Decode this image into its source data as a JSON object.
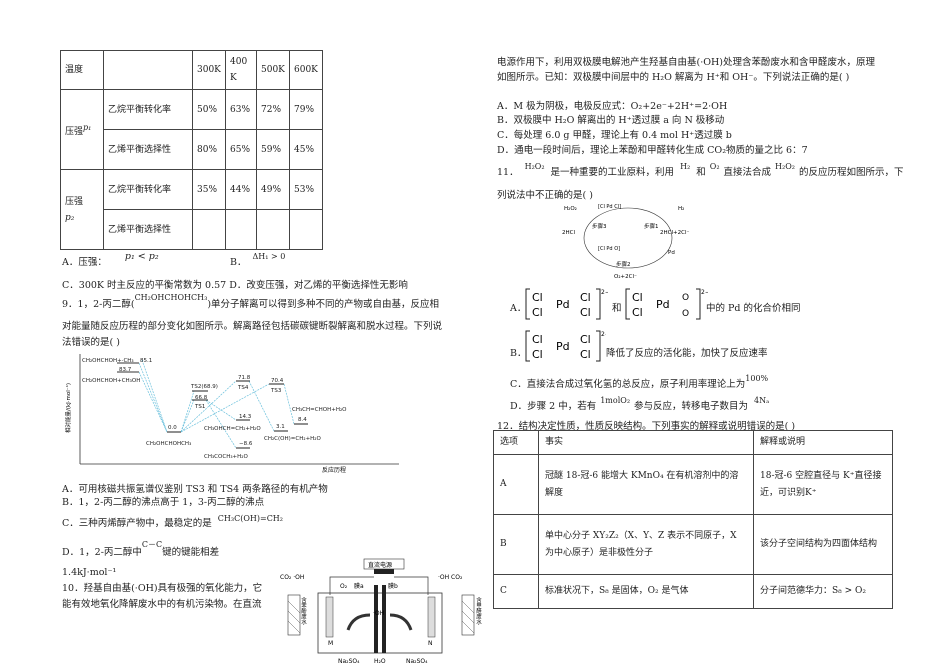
{
  "table1": {
    "header": [
      "温度",
      "",
      "300K",
      "400K",
      "500K",
      "600K"
    ],
    "p1_label": "压强",
    "p1_symbol": "p₁",
    "p2_label": "压强",
    "p2_symbol": "p₂",
    "rows": [
      {
        "item": "乙烷平衡转化率",
        "values": [
          "50%",
          "63%",
          "72%",
          "79%"
        ]
      },
      {
        "item": "乙烯平衡选择性",
        "values": [
          "80%",
          "65%",
          "59%",
          "45%"
        ]
      },
      {
        "item": "乙烷平衡转化率",
        "values": [
          "35%",
          "44%",
          "49%",
          "53%"
        ]
      },
      {
        "item": "乙烯平衡选择性",
        "values": [
          "",
          "",
          "",
          ""
        ]
      }
    ]
  },
  "left": {
    "q8_A": "A．压强：",
    "q8_A_formula": "p₁ < p₂",
    "q8_B": "B．",
    "q8_B_formula": "ΔH₁ > 0",
    "q8_CD": "C．300K 时主反应的平衡常数为 0.57  D．改变压强，对乙烯的平衡选择性无影响",
    "q9_stem1a": "9．1，2-丙二醇(",
    "q9_formula": "CH₂OHCHOHCH₃",
    "q9_stem1b": ")单分子解离可以得到多种不同的产物或自由基，反应相",
    "q9_stem2": "对能量随反应历程的部分变化如图所示。解离路径包括碳碳键断裂解离和脱水过程。下列说",
    "q9_stem3": "法错误的是(    )",
    "chart_ylabel": "相对能量/(kJ·mol⁻¹)",
    "chart_xlabel": "反应历程",
    "chart_labels": {
      "l1": "CH₂OHCHOH+·CH₃",
      "l1v": "83.7",
      "l2": "CH₂OHCHOH+CH₃OH",
      "l3v": "85.1",
      "ts2": "TS2(68.9)",
      "ts2v": "66.8",
      "ts1": "TS1",
      "ts4v": "71.8",
      "ts4": "TS4",
      "ts3v": "70.4",
      "ts3": "TS3",
      "p1v": "14.3",
      "p1": "CH₃OHCH=CH₂+H₂O",
      "p2v": "−8.6",
      "p2": "CH₃COCH₃+H₂O",
      "p3v": "3.1",
      "p3": "CH₂C(OH)=CH₂+H₂O",
      "p4v": "8.4",
      "p4": "CH₃CH=CHOH+H₂O",
      "start_v": "0.0",
      "start": "CH₂OHCHOHCH₃"
    },
    "q9_A": "A．可用核磁共振氢谱仪鉴别 TS3 和 TS4 两条路径的有机产物",
    "q9_B": "B．1，2-丙二醇的沸点高于 1，3-丙二醇的沸点",
    "q9_C": "C．三种丙烯醇产物中，最稳定的是",
    "q9_C_formula": "CH₃C(OH)=CH₂",
    "q9_D1": "D．1，2-丙二醇中",
    "q9_D_formula": "C－C",
    "q9_D2": "键的键能相差",
    "q9_D3": "1.4kJ·mol⁻¹",
    "q10_1": "10．羟基自由基(·OH)具有极强的氧化能力，它",
    "q10_2": "能有效地氧化降解废水中的有机污染物。在直流"
  },
  "cell": {
    "power": "直流电源",
    "left_gas": "CO₂ ·OH",
    "right_gas": "·OH CO₂",
    "o2": "O₂",
    "membrane_a": "膜a",
    "membrane_b": "膜b",
    "electrode_m": "M",
    "electrode_n": "N",
    "oh_mid": "·OH",
    "left_waste": "含苯酚废水",
    "right_waste": "含甲醛废水",
    "na2so4_l": "Na₂SO₄",
    "h2o": "H₂O",
    "na2so4_r": "Na₂SO₄"
  },
  "right": {
    "q10_cont1": "电源作用下，利用双极膜电解池产生羟基自由基(·OH)处理含苯酚废水和含甲醛废水，原理",
    "q10_cont2": "如图所示。已知：双极膜中间层中的 H₂O 解离为 H⁺和 OH⁻。下列说法正确的是(    )",
    "q10_A": "A．M 极为阴极，电极反应式：O₂+2e⁻+2H⁺=2·OH",
    "q10_B": "B．双极膜中 H₂O 解离出的 H⁺透过膜 a 向 N 极移动",
    "q10_C": "C．每处理 6.0 g 甲醛，理论上有 0.4 mol H⁺透过膜 b",
    "q10_D": "D．通电一段时间后，理论上苯酚和甲醛转化生成 CO₂物质的量之比 6：7",
    "q11_1": "11．",
    "q11_h2o2": "H₂O₂",
    "q11_2": "是一种重要的工业原料，利用",
    "q11_h2": "H₂",
    "q11_and": "和",
    "q11_o2": "O₂",
    "q11_3": "直接法合成",
    "q11_h2o2b": "H₂O₂",
    "q11_4": "的反应历程如图所示，下",
    "q11_5": "列说法中不正确的是(    )",
    "cycle": {
      "h2o2": "H₂O₂",
      "h2": "H₂",
      "step3": "步骤3",
      "step1": "步骤1",
      "step2": "步骤2",
      "hcl": "2HCl",
      "hcl2": "2HCl+2Cl⁻",
      "pd": "Pd",
      "o2": "O₂+2Cl⁻"
    },
    "q11_A1": "A．",
    "q11_A_and": "和",
    "q11_A2": "中的 Pd 的化合价相同",
    "q11_B1": "B．",
    "q11_B2": "降低了反应的活化能，加快了反应速率",
    "q11_C": "C．直接法合成过氧化氢的总反应，原子利用率理论上为",
    "q11_C_val": "100%",
    "q11_D1": "D．步骤 2 中，若有",
    "q11_D_mol": "1molO₂",
    "q11_D2": "参与反应，转移电子数目为",
    "q11_D_na": "4Nₐ",
    "q12": "12．结构决定性质，性质反映结构。下列事实的解释或说明错误的是(    )"
  },
  "table2": {
    "header": [
      "选项",
      "事实",
      "解释或说明"
    ],
    "rows": [
      {
        "opt": "A",
        "fact": "冠醚 18-冠-6 能增大 KMnO₄ 在有机溶剂中的溶解度",
        "expl": "18-冠-6 空腔直径与 K⁺直径接近，可识别K⁺"
      },
      {
        "opt": "B",
        "fact": "单中心分子 XY₂Z₂（X、Y、Z 表示不同原子，X 为中心原子）是非极性分子",
        "expl": "该分子空间结构为四面体结构"
      },
      {
        "opt": "C",
        "fact": "标准状况下，S₈ 是固体，O₂ 是气体",
        "expl": "分子间范德华力：S₈ > O₂"
      }
    ]
  }
}
